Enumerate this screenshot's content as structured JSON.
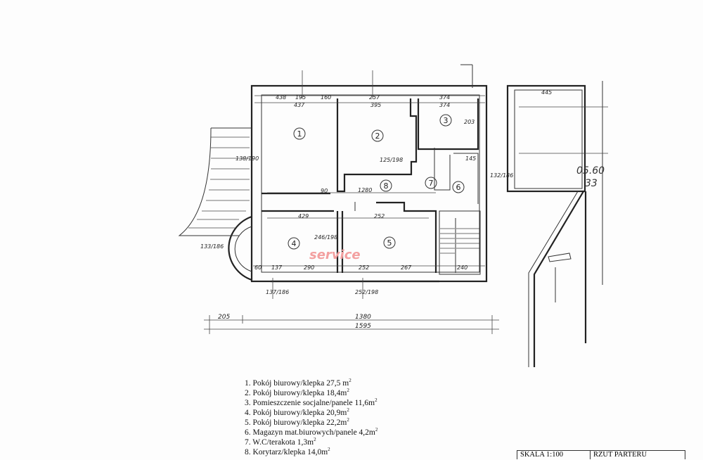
{
  "plan": {
    "room_numbers": [
      "1",
      "2",
      "3",
      "4",
      "5",
      "6",
      "7",
      "8"
    ],
    "dims": [
      "438",
      "195",
      "160",
      "437",
      "257",
      "395",
      "374",
      "374",
      "1280",
      "429",
      "252",
      "290",
      "252",
      "267",
      "240",
      "90",
      "60",
      "137",
      "246/198",
      "133/186",
      "138/190",
      "132/186",
      "445",
      "203",
      "145",
      "125/198",
      "252/198",
      "137/186"
    ],
    "overall_dims": [
      "205",
      "1380",
      "1595"
    ],
    "annex_text": [
      "05.60",
      "33"
    ],
    "watermark": "service"
  },
  "legend": [
    {
      "n": "1.",
      "text": "Pokój biurowy/klepka 27,5 m",
      "sup": "2"
    },
    {
      "n": "2.",
      "text": "Pokój biurowy/klepka 18,4m",
      "sup": "2"
    },
    {
      "n": "3.",
      "text": "Pomieszczenie socjalne/panele 11,6m",
      "sup": "2"
    },
    {
      "n": "4.",
      "text": "Pokój biurowy/klepka 20,9m",
      "sup": "2"
    },
    {
      "n": "5.",
      "text": "Pokój biurowy/klepka 22,2m",
      "sup": "2"
    },
    {
      "n": "6.",
      "text": "Magazyn mat.biurowych/panele 4,2m",
      "sup": "2"
    },
    {
      "n": "7.",
      "text": "W.C/terakota 1,3m",
      "sup": "2"
    },
    {
      "n": "8.",
      "text": "Korytarz/klepka 14,0m",
      "sup": "2"
    }
  ],
  "title_block": {
    "scale": "SKALA 1:100",
    "title": "RZUT PARTERU"
  }
}
